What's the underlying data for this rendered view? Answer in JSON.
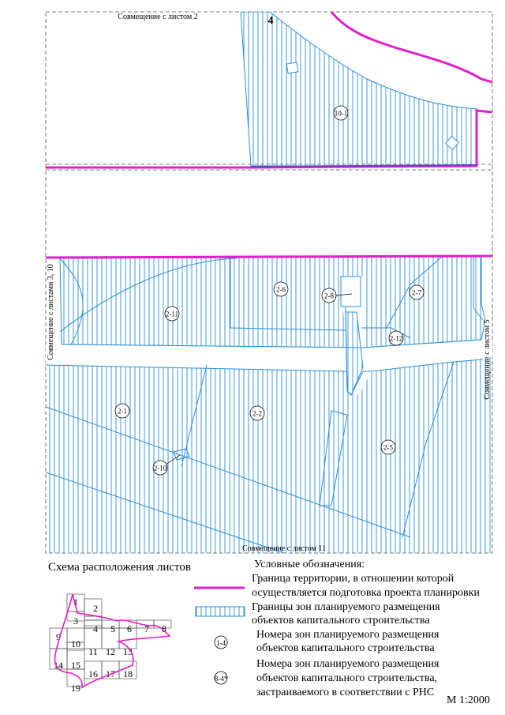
{
  "colors": {
    "boundary": "#e020c8",
    "zone": "#2a8fd8",
    "hatch": "#2a8fd8",
    "frame": "#555555"
  },
  "labels": {
    "sheet_number": "4",
    "match_top": "Совмещение с листом 2",
    "match_bottom": "Совмещение с листом 11",
    "match_left": "Совмещение с листами 3, 10",
    "match_right": "Совмещение с листом 5"
  },
  "zones": [
    {
      "id": "10-1"
    },
    {
      "id": "2-6"
    },
    {
      "id": "2-8"
    },
    {
      "id": "2-7"
    },
    {
      "id": "2-11"
    },
    {
      "id": "2-12"
    },
    {
      "id": "2-1"
    },
    {
      "id": "2-2"
    },
    {
      "id": "2-5"
    },
    {
      "id": "2-10"
    }
  ],
  "scheme": {
    "title": "Схема расположения листов",
    "sheets": [
      "1",
      "2",
      "3",
      "4",
      "5",
      "6",
      "7",
      "8",
      "9",
      "10",
      "11",
      "12",
      "13",
      "14",
      "15",
      "16",
      "17",
      "18",
      "19"
    ]
  },
  "legend": {
    "title": "Условные обозначения:",
    "items": [
      {
        "symbol": "boundary-line",
        "lines": [
          "Граница территории, в отношении которой",
          "осуществляется подготовка проекта планировки"
        ]
      },
      {
        "symbol": "zone-hatch",
        "lines": [
          "Границы зон планируемого размещения",
          "объектов капитального строительства"
        ]
      },
      {
        "symbol": "circle",
        "label": "1-4",
        "lines": [
          "Номера зон планируемого размещения",
          "объектов капитального строительства"
        ]
      },
      {
        "symbol": "circle",
        "label": "8-4*",
        "lines": [
          "Номера зон планируемого размещения",
          "объектов капитального строительства,",
          "застраиваемого в соответствии с РНС"
        ]
      }
    ]
  },
  "scale": "М 1:2000"
}
